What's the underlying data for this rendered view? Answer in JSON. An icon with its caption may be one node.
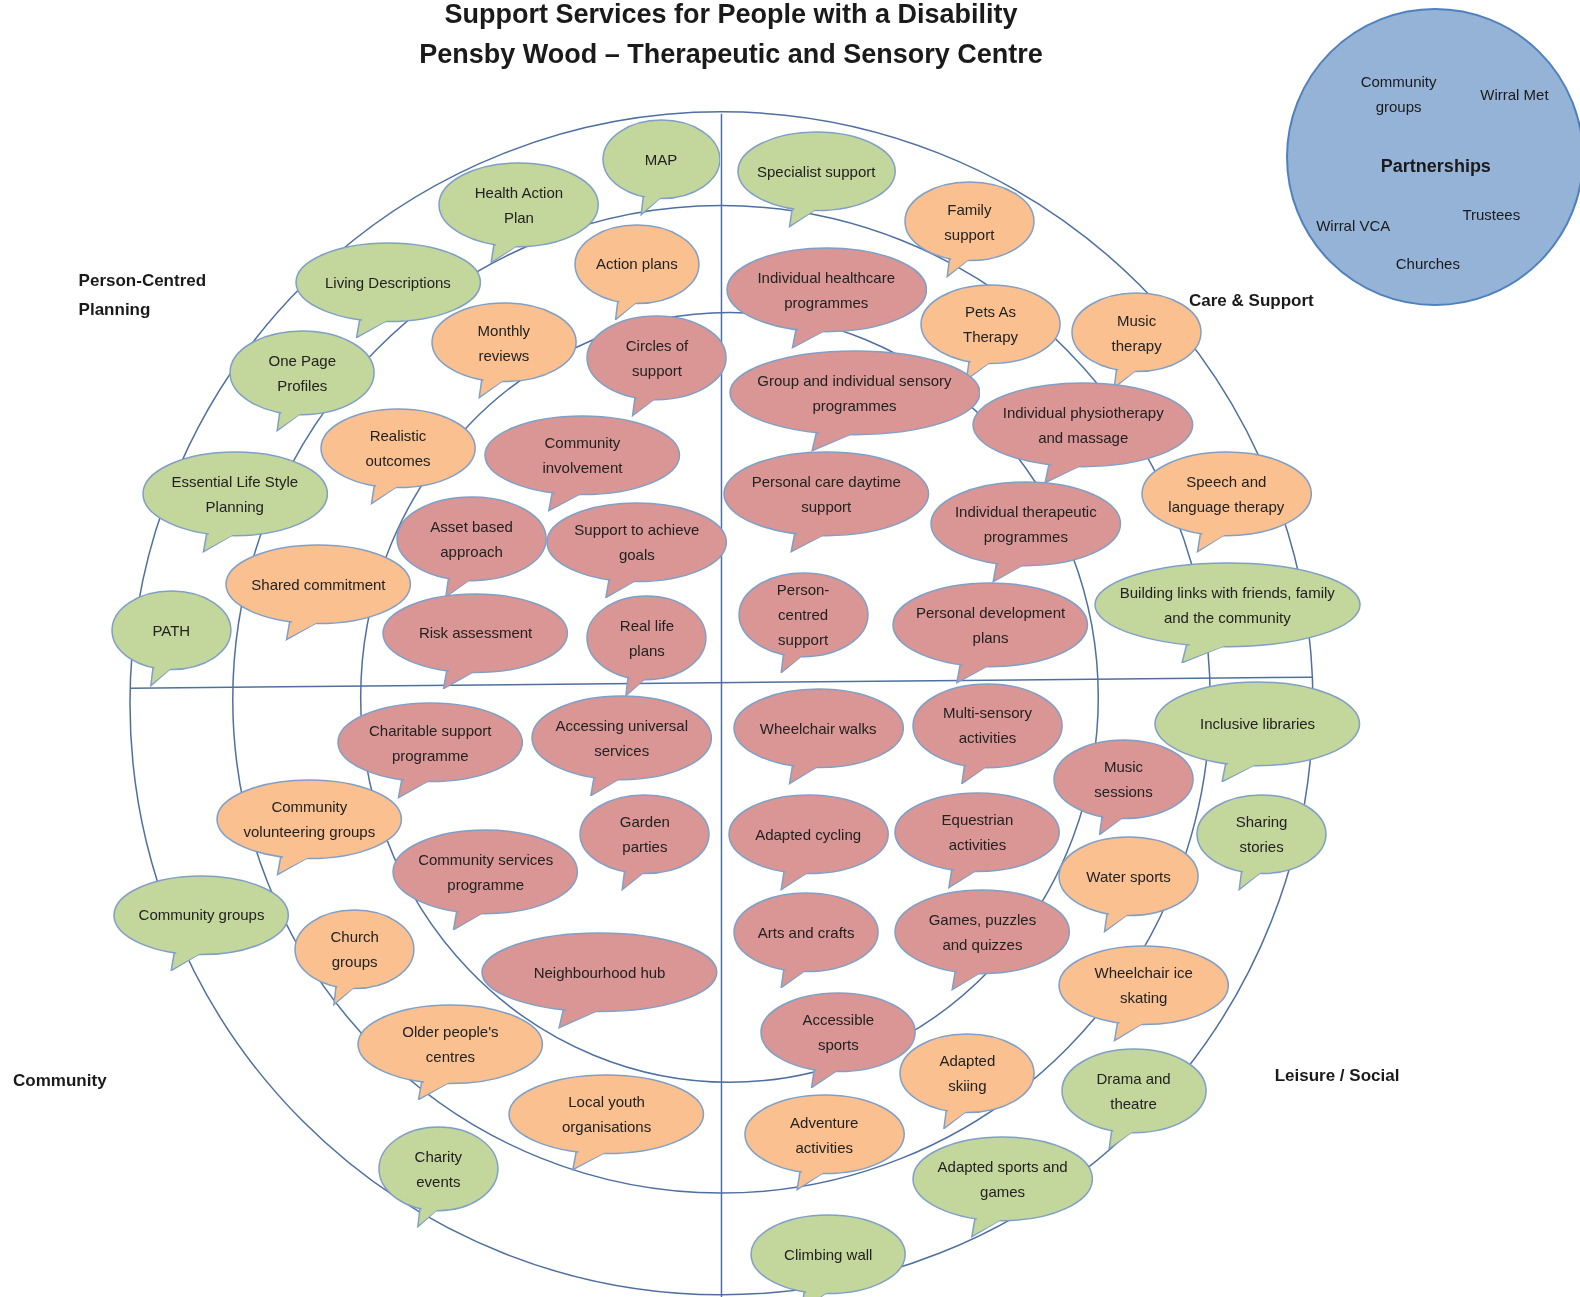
{
  "diagram": {
    "title": "Support Services for People with a Disability Pensby Wood – Therapeutic and Sensory Centre",
    "nodes": [
      {
        "text": [
          "Community groups",
          "Wirral Met",
          "Partnerships",
          "Wirral VCA",
          "Trustees",
          "Churches"
        ]
      },
      {
        "text": [
          "MAP"
        ]
      },
      {
        "text": [
          "Health Action Plan"
        ]
      },
      {
        "text": [
          "Specialist support"
        ]
      },
      {
        "text": [
          "Family support"
        ]
      },
      {
        "text": [
          "Living Descriptions"
        ]
      },
      {
        "text": [
          "Action plans"
        ]
      },
      {
        "text": [
          "Individual healthcare programmes"
        ]
      },
      {
        "text": [
          "Pets As Therapy"
        ]
      },
      {
        "text": [
          "Music therapy"
        ]
      },
      {
        "text": [
          "Monthly reviews"
        ]
      },
      {
        "text": [
          "Circles of support"
        ]
      },
      {
        "text": [
          "One Page Profiles"
        ]
      },
      {
        "text": [
          "Group and individual sensory programmes"
        ]
      },
      {
        "text": [
          "Individual physiotherapy and massage"
        ]
      },
      {
        "text": [
          "Realistic outcomes"
        ]
      },
      {
        "text": [
          "Community involvement"
        ]
      },
      {
        "text": [
          "Essential Life Style Planning"
        ]
      },
      {
        "text": [
          "Personal care daytime support"
        ]
      },
      {
        "text": [
          "Speech and language therapy"
        ]
      },
      {
        "text": [
          "Asset based approach"
        ]
      },
      {
        "text": [
          "Support to achieve goals"
        ]
      },
      {
        "text": [
          "Individual therapeutic programmes"
        ]
      },
      {
        "text": [
          "Shared commitment"
        ]
      },
      {
        "text": [
          "Building links with friends, family and the community"
        ]
      },
      {
        "text": [
          "PATH"
        ]
      },
      {
        "text": [
          "Risk assessment"
        ]
      },
      {
        "text": [
          "Real life plans"
        ]
      },
      {
        "text": [
          "Person-centred support"
        ]
      },
      {
        "text": [
          "Personal development plans"
        ]
      },
      {
        "text": [
          "Inclusive libraries"
        ]
      },
      {
        "text": [
          "Charitable support programme"
        ]
      },
      {
        "text": [
          "Accessing universal services"
        ]
      },
      {
        "text": [
          "Wheelchair walks"
        ]
      },
      {
        "text": [
          "Multi-sensory activities"
        ]
      },
      {
        "text": [
          "Music sessions"
        ]
      },
      {
        "text": [
          "Community volunteering groups"
        ]
      },
      {
        "text": [
          "Sharing stories"
        ]
      },
      {
        "text": [
          "Garden parties"
        ]
      },
      {
        "text": [
          "Community services programme"
        ]
      },
      {
        "text": [
          "Adapted cycling"
        ]
      },
      {
        "text": [
          "Equestrian activities"
        ]
      },
      {
        "text": [
          "Water sports"
        ]
      },
      {
        "text": [
          "Community groups"
        ]
      },
      {
        "text": [
          "Church groups"
        ]
      },
      {
        "text": [
          "Arts and crafts"
        ]
      },
      {
        "text": [
          "Games, puzzles and quizzes"
        ]
      },
      {
        "text": [
          "Neighbourhood hub"
        ]
      },
      {
        "text": [
          "Wheelchair ice skating"
        ]
      },
      {
        "text": [
          "Older people's centres"
        ]
      },
      {
        "text": [
          "Accessible sports"
        ]
      },
      {
        "text": [
          "Adapted skiing"
        ]
      },
      {
        "text": [
          "Drama and theatre"
        ]
      },
      {
        "text": [
          "Local youth organisations"
        ]
      },
      {
        "text": [
          "Adventure activities"
        ]
      },
      {
        "text": [
          "Charity events"
        ]
      },
      {
        "text": [
          "Adapted sports and games"
        ]
      },
      {
        "text": [
          "Climbing wall"
        ]
      }
    ],
    "labels": [
      "Person-Centred Planning",
      "Care & Support",
      "Community",
      "Leisure / Social"
    ]
  }
}
